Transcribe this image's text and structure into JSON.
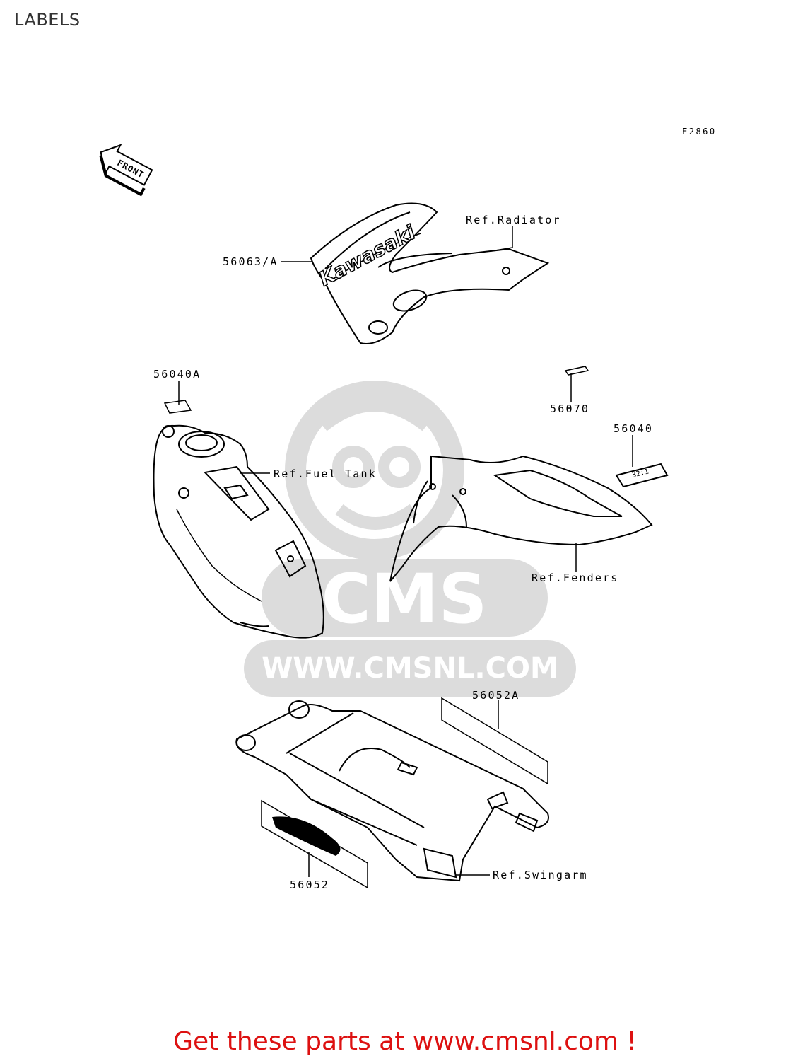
{
  "page_title": "LABELS",
  "figure_code": "F2860",
  "front_arrow_text": "FRONT",
  "watermark": {
    "logo_text": "CMS",
    "url_text": "WWW.CMSNL.COM"
  },
  "callouts": {
    "ref_radiator": "Ref.Radiator",
    "p56063a": "56063/A",
    "p56040a": "56040A",
    "ref_fuel_tank": "Ref.Fuel Tank",
    "p56070": "56070",
    "p56040": "56040",
    "ref_fenders": "Ref.Fenders",
    "p56052a": "56052A",
    "p56052": "56052",
    "ref_swingarm": "Ref.Swingarm"
  },
  "decal_text": {
    "radiator_shroud": "Kawasaki",
    "label_56040": "32:1"
  },
  "footer_link_text": "Get these parts at www.cmsnl.com !",
  "colors": {
    "footer_link": "#dd1111",
    "watermark": "#dcdcdc",
    "line_art": "#000000"
  }
}
